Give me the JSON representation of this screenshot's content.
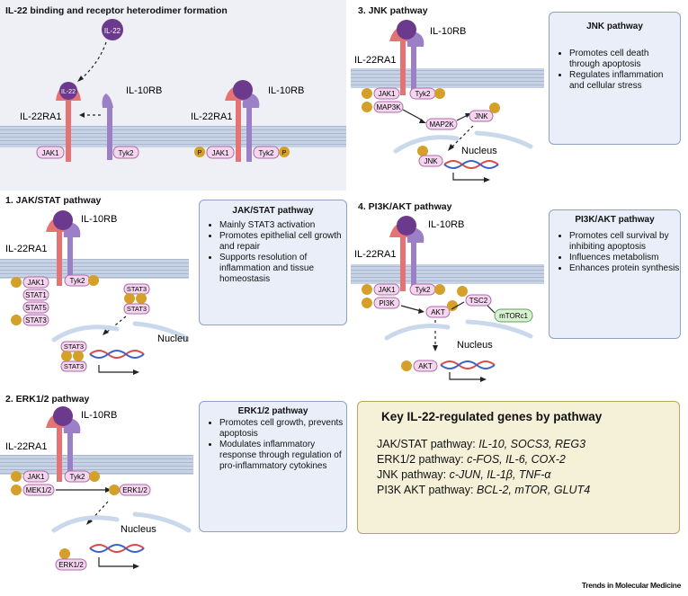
{
  "panel0": {
    "title": "IL-22 binding and receptor heterodimer formation",
    "il22": "IL-22",
    "il10rb": "IL-10RB",
    "il22ra1": "IL-22RA1",
    "jak1": "JAK1",
    "tyk2": "Tyk2",
    "p": "P"
  },
  "panel1": {
    "title": "1. JAK/STAT pathway",
    "il10rb": "IL-10RB",
    "il22ra1": "IL-22RA1",
    "jak1": "JAK1",
    "tyk2": "Tyk2",
    "stat1": "STAT1",
    "stat5": "STAT5",
    "stat3": "STAT3",
    "nucleus": "Nucleus",
    "info_title": "JAK/STAT pathway",
    "info_items": [
      "Mainly STAT3 activation",
      "Promotes epithelial cell growth and repair",
      "Supports resolution of inflammation and tissue homeostasis"
    ]
  },
  "panel2": {
    "title": "2. ERK1/2 pathway",
    "il10rb": "IL-10RB",
    "il22ra1": "IL-22RA1",
    "jak1": "JAK1",
    "tyk2": "Tyk2",
    "mek": "MEK1/2",
    "erk": "ERK1/2",
    "nucleus": "Nucleus",
    "info_title": "ERK1/2 pathway",
    "info_items": [
      "Promotes cell growth, prevents apoptosis",
      "Modulates inflammatory response through regulation of pro-inflammatory cytokines"
    ]
  },
  "panel3": {
    "title": "3. JNK pathway",
    "il10rb": "IL-10RB",
    "il22ra1": "IL-22RA1",
    "jak1": "JAK1",
    "tyk2": "Tyk2",
    "map3k": "MAP3K",
    "map2k": "MAP2K",
    "jnk": "JNK",
    "nucleus": "Nucleus",
    "info_title": "JNK pathway",
    "info_items": [
      "Promotes cell death through apoptosis",
      "Regulates inflammation and cellular stress"
    ]
  },
  "panel4": {
    "title": "4. PI3K/AKT pathway",
    "il10rb": "IL-10RB",
    "il22ra1": "IL-22RA1",
    "jak1": "JAK1",
    "tyk2": "Tyk2",
    "pi3k": "PI3K",
    "akt": "AKT",
    "tsc2": "TSC2",
    "mtorc1": "mTORc1",
    "nucleus": "Nucleus",
    "info_title": "PI3K/AKT pathway",
    "info_items": [
      "Promotes cell survival by inhibiting apoptosis",
      "Influences metabolism",
      "Enhances protein synthesis"
    ]
  },
  "key": {
    "title": "Key IL-22-regulated genes by pathway",
    "rows": [
      {
        "label": "JAK/STAT pathway:",
        "genes": "IL-10, SOCS3, REG3"
      },
      {
        "label": "ERK1/2 pathway:",
        "genes": "c-FOS, IL-6, COX-2"
      },
      {
        "label": "JNK pathway:",
        "genes": "c-JUN, IL-1β, TNF-α"
      },
      {
        "label": "PI3K AKT pathway:",
        "genes": "BCL-2, mTOR, GLUT4"
      }
    ]
  },
  "footer": "Trends in Molecular Medicine",
  "colors": {
    "membrane": "#b9c6dc",
    "il22ra1": "#e57373",
    "il10rb": "#9b7fc7",
    "ligand": "#6b3a8c",
    "kinase_fill": "#f4d6ef",
    "kinase_stroke": "#b06aa8",
    "phospho": "#d4a02a",
    "dna_red": "#d94b4b",
    "dna_blue": "#3b62c4",
    "mtor_fill": "#d9f2d4",
    "mtor_stroke": "#5fa35a"
  }
}
